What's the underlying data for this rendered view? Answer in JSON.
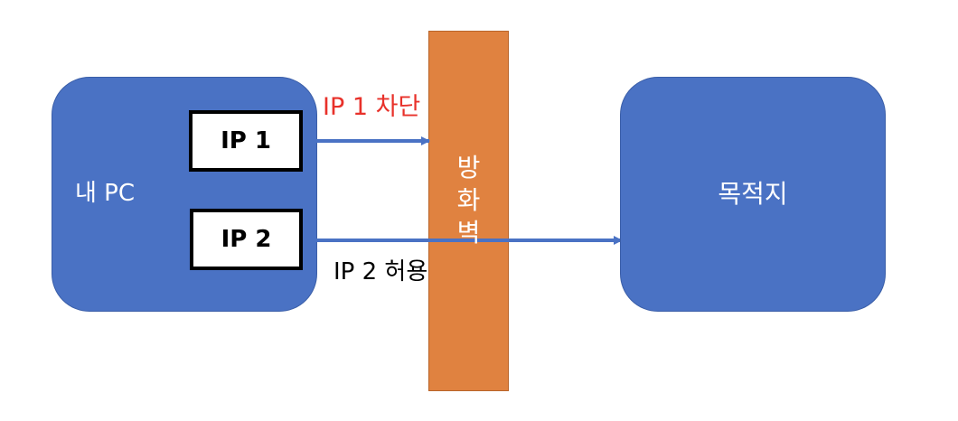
{
  "nodes": {
    "my_pc": {
      "label": "내 PC"
    },
    "ip1": {
      "label": "IP 1"
    },
    "ip2": {
      "label": "IP 2"
    },
    "firewall": {
      "label": "방화벽",
      "chars": [
        "방",
        "화",
        "벽"
      ]
    },
    "destination": {
      "label": "목적지"
    }
  },
  "edges": {
    "ip1_to_firewall": {
      "label": "IP 1 차단",
      "color": "#e8312a"
    },
    "ip2_to_destination": {
      "label": "IP 2 허용",
      "color": "#000000"
    }
  },
  "colors": {
    "node_fill": "#4a72c4",
    "firewall_fill": "#e08240",
    "arrow": "#4a72c4"
  }
}
